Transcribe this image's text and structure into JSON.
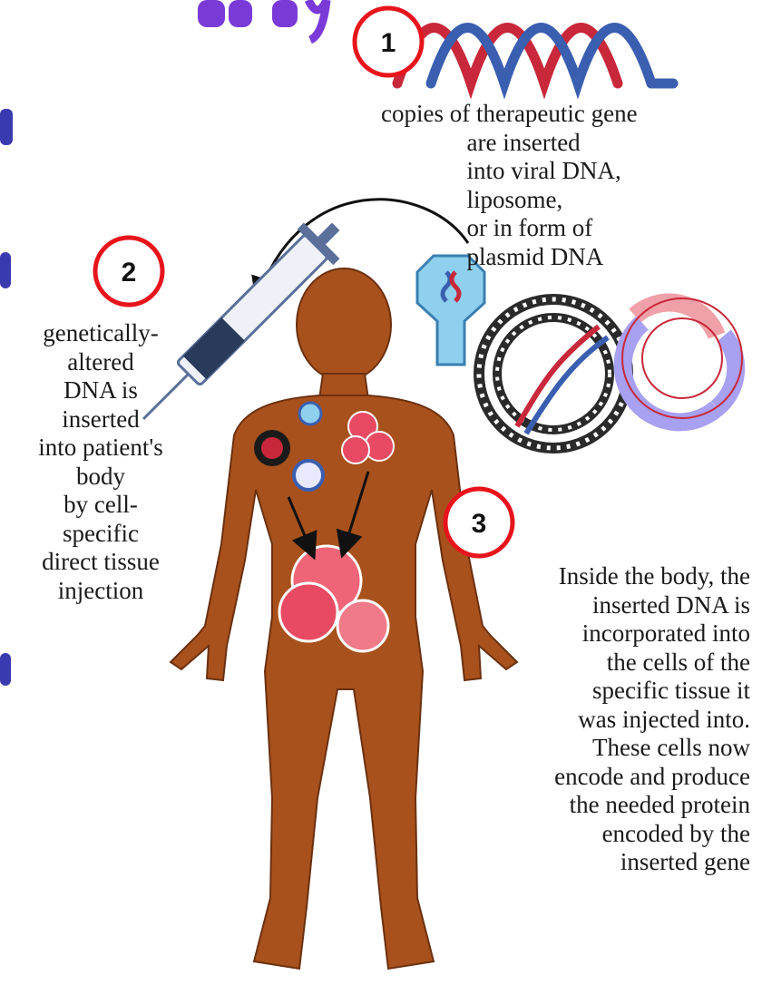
{
  "steps": [
    {
      "number": "1",
      "text": "copies of therapeutic gene\n              are inserted\n              into viral DNA,\n              liposome,\n              or in form of\n              plasmid DNA"
    },
    {
      "number": "2",
      "text": "genetically-\naltered\nDNA is\ninserted\ninto patient's\nbody\nby cell-\nspecific\ndirect tissue\ninjection"
    },
    {
      "number": "3",
      "text": "Inside the body, the\ninserted DNA is\nincorporated into\nthe cells of the\nspecific tissue it\nwas injected into.\nThese cells now\nencode and produce\nthe needed protein\nencoded by the\ninserted gene"
    }
  ],
  "colors": {
    "marker_ring": "#e8141c",
    "body_skin": "#a8511c",
    "dna_red": "#c8283a",
    "dna_blue": "#3a5fb0",
    "cell_pink": "#e84a63",
    "syringe_blue": "#5a6f9a",
    "vector_cyan": "#8fd0ee",
    "heading_purple": "#7a3ad8"
  }
}
